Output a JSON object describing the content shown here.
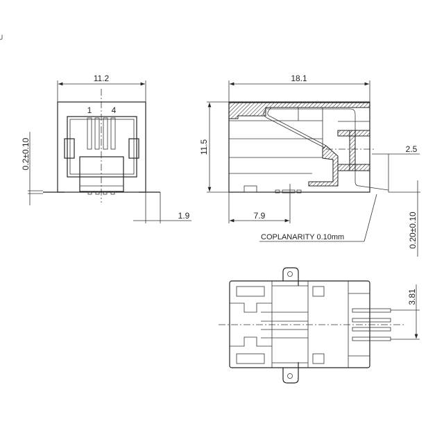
{
  "front_view": {
    "width_dim": "11.2",
    "pin_label_first": "1",
    "pin_label_last": "4",
    "standoff_dim": "0.2±0.10",
    "tab_dim": "1.9"
  },
  "side_view": {
    "length_dim": "18.1",
    "height_dim": "11.5",
    "lead_dim": "2.5",
    "post_dim": "7.9",
    "coplanarity_note": "COPLANARITY  0.10mm",
    "lead_standoff_dim": "0.20±0.10"
  },
  "bottom_view": {
    "pitch_dim": "3.81"
  }
}
